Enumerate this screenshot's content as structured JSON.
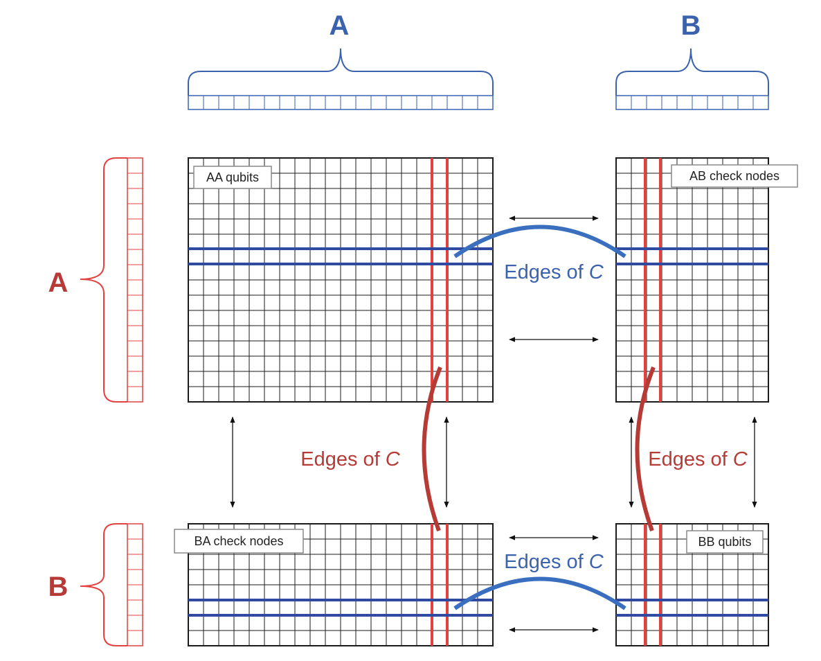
{
  "colors": {
    "blue": "#3a62ad",
    "blue_line": "#2f4aa0",
    "red": "#b63a36",
    "red_line": "#e2413e",
    "grid": "#1a1a1a"
  },
  "top_labels": {
    "a": "A",
    "b": "B"
  },
  "side_labels": {
    "a": "A",
    "b": "B"
  },
  "block_labels": {
    "aa": "AA qubits",
    "ab": "AB check nodes",
    "ba": "BA check nodes",
    "bb": "BB qubits"
  },
  "edges": {
    "text": "Edges of ",
    "symbol": "C"
  }
}
